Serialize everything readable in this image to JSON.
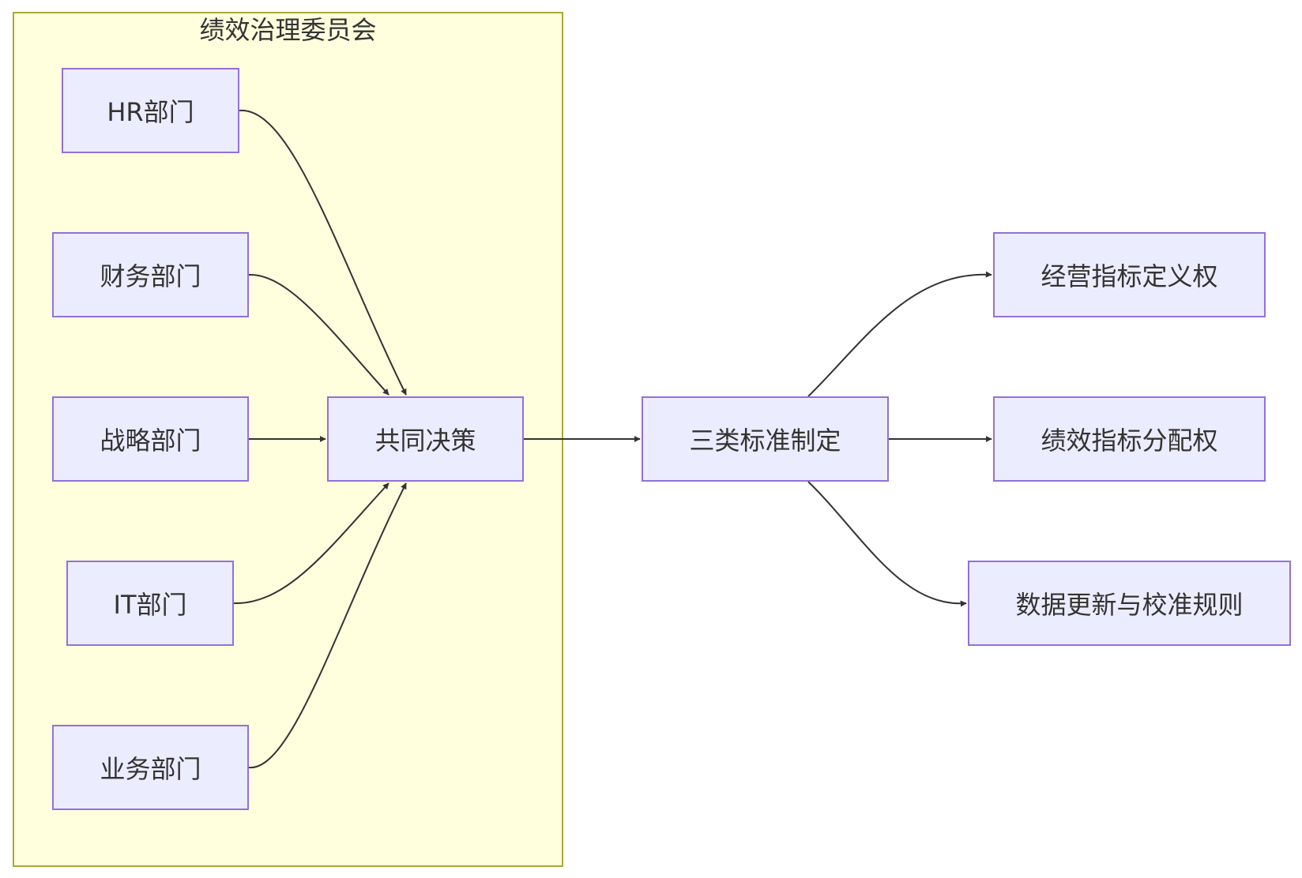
{
  "diagram": {
    "cluster": {
      "title": "绩效治理委员会"
    },
    "nodes": {
      "hr": "HR部门",
      "finance": "财务部门",
      "strategy": "战略部门",
      "it": "IT部门",
      "business": "业务部门",
      "joint_decision": "共同决策",
      "three_standards": "三类标准制定",
      "operating_indicator": "经营指标定义权",
      "performance_indicator": "绩效指标分配权",
      "data_rules": "数据更新与校准规则"
    },
    "edges": [
      {
        "from": "HR部门",
        "to": "共同决策"
      },
      {
        "from": "财务部门",
        "to": "共同决策"
      },
      {
        "from": "战略部门",
        "to": "共同决策"
      },
      {
        "from": "IT部门",
        "to": "共同决策"
      },
      {
        "from": "业务部门",
        "to": "共同决策"
      },
      {
        "from": "共同决策",
        "to": "三类标准制定"
      },
      {
        "from": "三类标准制定",
        "to": "经营指标定义权"
      },
      {
        "from": "三类标准制定",
        "to": "绩效指标分配权"
      },
      {
        "from": "三类标准制定",
        "to": "数据更新与校准规则"
      }
    ],
    "colors": {
      "cluster_fill": "#ffffde",
      "cluster_stroke": "#aaaa33",
      "node_fill": "#ececff",
      "node_stroke": "#9370db",
      "edge": "#333333",
      "text": "#333333"
    }
  }
}
